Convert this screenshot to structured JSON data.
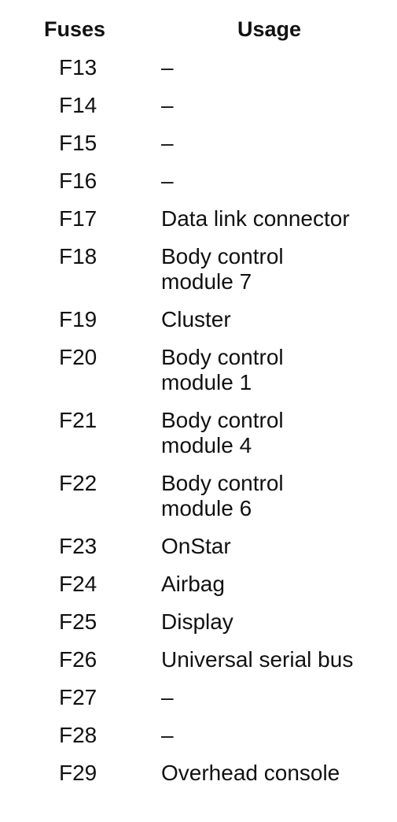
{
  "table": {
    "headers": {
      "fuses": "Fuses",
      "usage": "Usage"
    },
    "rows": [
      {
        "fuse": "F13",
        "usage": "–"
      },
      {
        "fuse": "F14",
        "usage": "–"
      },
      {
        "fuse": "F15",
        "usage": "–"
      },
      {
        "fuse": "F16",
        "usage": "–"
      },
      {
        "fuse": "F17",
        "usage": "Data link connector"
      },
      {
        "fuse": "F18",
        "usage": "Body control\nmodule 7"
      },
      {
        "fuse": "F19",
        "usage": "Cluster"
      },
      {
        "fuse": "F20",
        "usage": "Body control\nmodule 1"
      },
      {
        "fuse": "F21",
        "usage": "Body control\nmodule 4"
      },
      {
        "fuse": "F22",
        "usage": "Body control\nmodule 6"
      },
      {
        "fuse": "F23",
        "usage": "OnStar"
      },
      {
        "fuse": "F24",
        "usage": "Airbag"
      },
      {
        "fuse": "F25",
        "usage": "Display"
      },
      {
        "fuse": "F26",
        "usage": "Universal serial bus"
      },
      {
        "fuse": "F27",
        "usage": "–"
      },
      {
        "fuse": "F28",
        "usage": "–"
      },
      {
        "fuse": "F29",
        "usage": "Overhead console"
      }
    ]
  }
}
